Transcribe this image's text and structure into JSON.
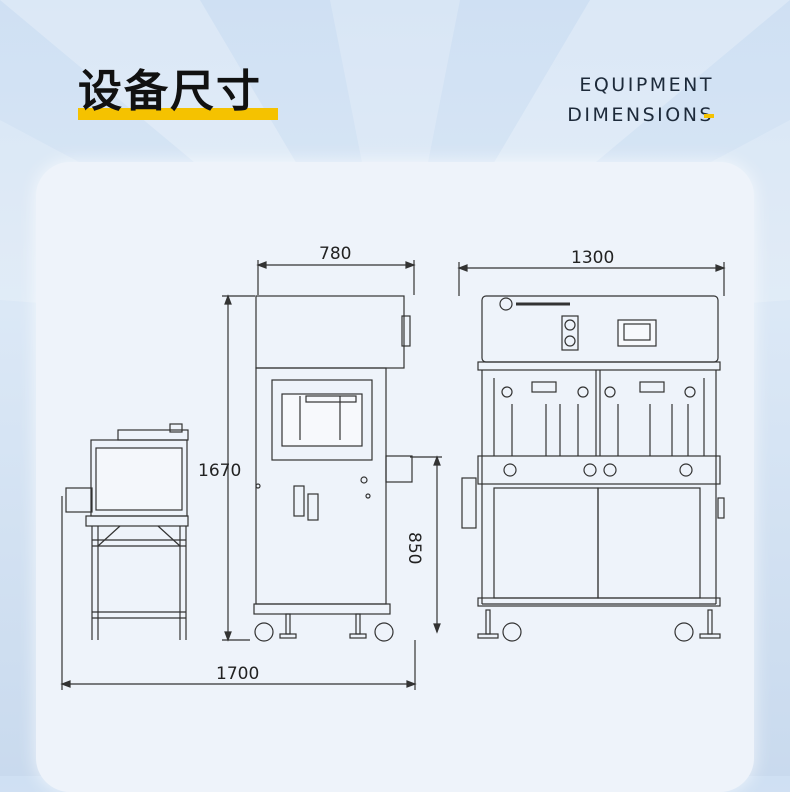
{
  "header": {
    "title": "设备尺寸",
    "subtitle_line1": "EQUIPMENT",
    "subtitle_line2": "DIMENSIONS"
  },
  "dimensions": {
    "side_depth": "780",
    "front_width": "1300",
    "total_height": "1670",
    "table_height": "850",
    "total_length": "1700"
  },
  "colors": {
    "accent": "#f5c200",
    "line": "#333333"
  }
}
